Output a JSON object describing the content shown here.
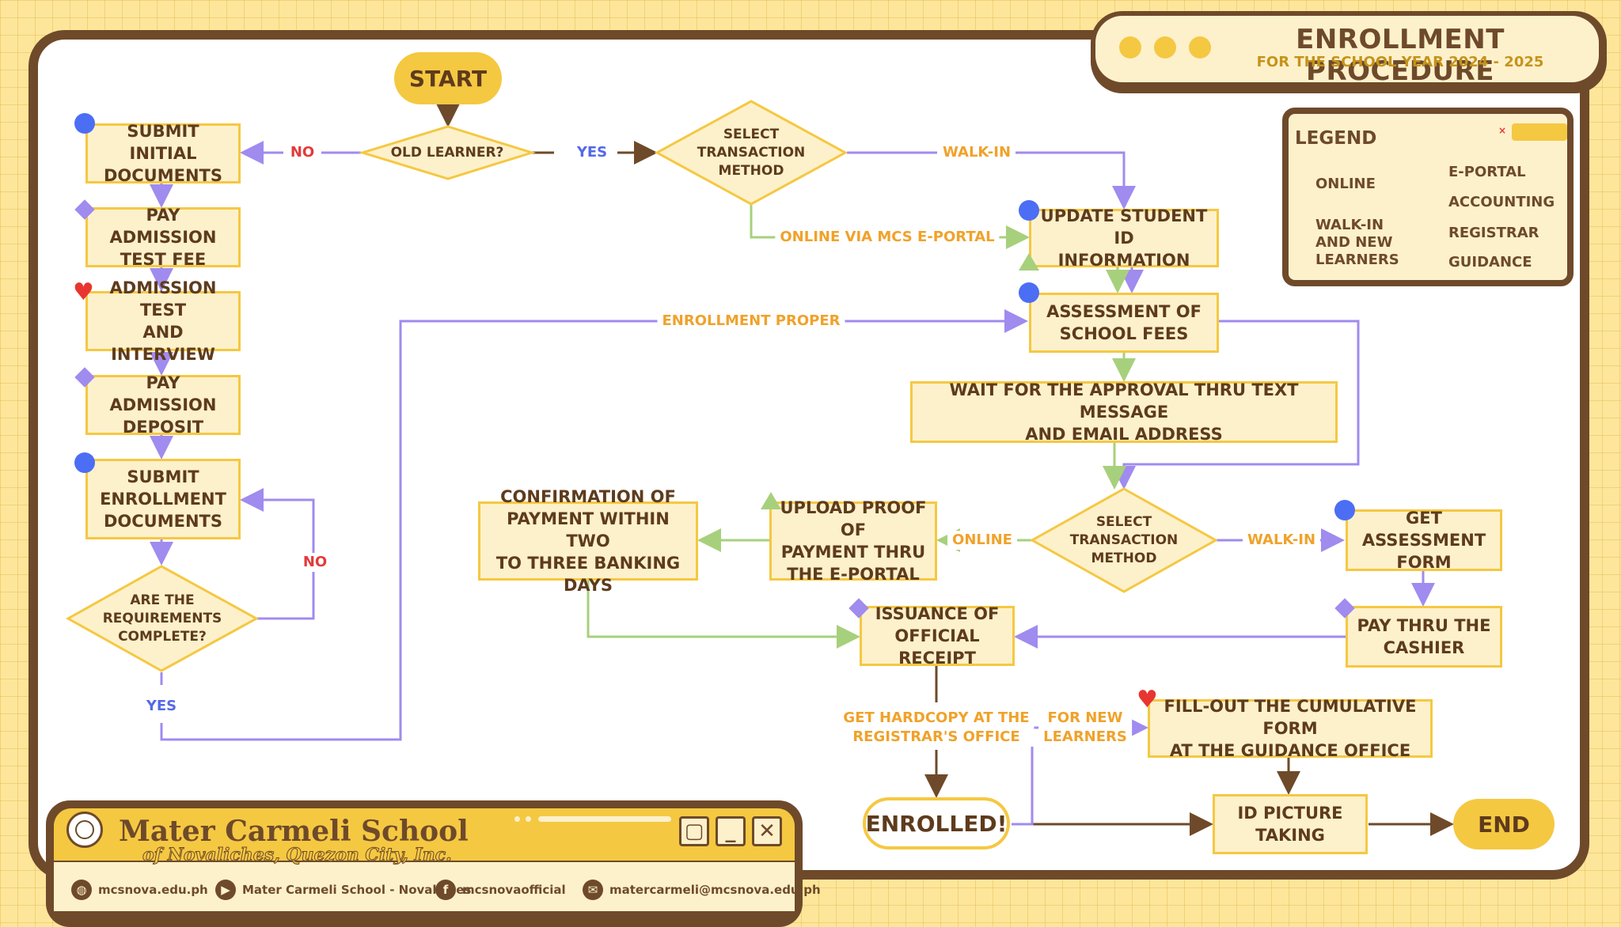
{
  "header": {
    "title": "ENROLLMENT PROCEDURE",
    "subtitle": "FOR THE SCHOOL YEAR 2024 - 2025"
  },
  "legend": {
    "title": "LEGEND",
    "online": "ONLINE",
    "walkin": "WALK-IN\nAND NEW\nLEARNERS",
    "eportal": "E-PORTAL",
    "accounting": "ACCOUNTING",
    "registrar": "REGISTRAR",
    "guidance": "GUIDANCE"
  },
  "nodes": {
    "start": "START",
    "old_learner": "OLD LEARNER?",
    "submit_initial": "SUBMIT INITIAL\nDOCUMENTS",
    "pay_admission_fee": "PAY ADMISSION\nTEST FEE",
    "admission_test": "ADMISSION TEST\nAND INTERVIEW",
    "pay_deposit": "PAY ADMISSION\nDEPOSIT",
    "submit_enrollment": "SUBMIT\nENROLLMENT\nDOCUMENTS",
    "requirements_complete": "ARE THE\nREQUIREMENTS\nCOMPLETE?",
    "select_method_1": "SELECT\nTRANSACTION\nMETHOD",
    "update_id": "UPDATE STUDENT ID\nINFORMATION",
    "assessment": "ASSESSMENT OF\nSCHOOL FEES",
    "wait_approval": "WAIT FOR THE APPROVAL THRU TEXT MESSAGE\nAND EMAIL ADDRESS",
    "select_method_2": "SELECT\nTRANSACTION\nMETHOD",
    "upload_proof": "UPLOAD PROOF OF\nPAYMENT THRU\nTHE E-PORTAL",
    "confirmation": "CONFIRMATION OF\nPAYMENT WITHIN TWO\nTO THREE BANKING DAYS",
    "get_assessment": "GET ASSESSMENT\nFORM",
    "pay_cashier": "PAY THRU THE\nCASHIER",
    "official_receipt": "ISSUANCE OF\nOFFICIAL RECEIPT",
    "enrolled": "ENROLLED!",
    "cumulative_form": "FILL-OUT THE CUMULATIVE FORM\nAT THE GUIDANCE OFFICE",
    "id_picture": "ID PICTURE\nTAKING",
    "end": "END"
  },
  "edge_labels": {
    "no_1": "NO",
    "yes_1": "YES",
    "walkin_1": "WALK-IN",
    "online_portal": "ONLINE VIA MCS E-PORTAL",
    "enrollment_proper": "ENROLLMENT PROPER",
    "no_2": "NO",
    "yes_2": "YES",
    "online_2": "ONLINE",
    "walkin_2": "WALK-IN",
    "hardcopy": "GET HARDCOPY AT THE\nREGISTRAR'S OFFICE",
    "new_learners": "FOR NEW\nLEARNERS"
  },
  "school": {
    "name": "Mater Carmeli School",
    "subname": "of Novaliches, Quezon City, Inc.",
    "website": "mcsnova.edu.ph",
    "youtube": "Mater Carmeli School - Novaliches",
    "facebook": "mcsnovaofficial",
    "email": "matercarmeli@mcsnova.edu.ph"
  },
  "colors": {
    "online_line": "#a7d07c",
    "walkin_line": "#a08bef",
    "brown": "#6e4a2a",
    "yellow": "#f5c842",
    "registrar": "#4c6ef5",
    "accounting": "#a08bef",
    "eportal": "#a7d07c",
    "guidance": "#e8352f"
  }
}
